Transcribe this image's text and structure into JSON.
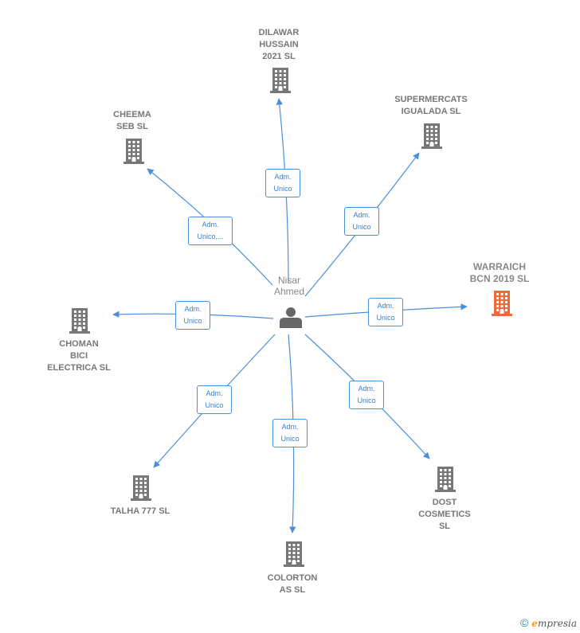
{
  "center": {
    "name": "Nisar\nAhmed",
    "icon": "person-icon"
  },
  "colors": {
    "edge": "#4a90d9",
    "building": "#777777",
    "building_highlight": "#ef6a3a"
  },
  "companies": [
    {
      "id": "dilawar",
      "label": "DILAWAR\nHUSSAIN\n2021  SL",
      "icon": "building-icon",
      "highlight": false
    },
    {
      "id": "supermercats",
      "label": "SUPERMERCATS\nIGUALADA  SL",
      "icon": "building-icon",
      "highlight": false
    },
    {
      "id": "cheema",
      "label": "CHEEMA\nSEB  SL",
      "icon": "building-icon",
      "highlight": false
    },
    {
      "id": "warraich",
      "label": "WARRAICH\nBCN 2019  SL",
      "icon": "building-icon",
      "highlight": true
    },
    {
      "id": "choman",
      "label": "CHOMAN\nBICI\nELECTRICA  SL",
      "icon": "building-icon",
      "highlight": false
    },
    {
      "id": "talha",
      "label": "TALHA 777  SL",
      "icon": "building-icon",
      "highlight": false
    },
    {
      "id": "dost",
      "label": "DOST\nCOSMETICS\nSL",
      "icon": "building-icon",
      "highlight": false
    },
    {
      "id": "colorton",
      "label": "COLORTON\nAS  SL",
      "icon": "building-icon",
      "highlight": false
    }
  ],
  "edges": [
    {
      "to": "dilawar",
      "role": "Adm.\nUnico"
    },
    {
      "to": "supermercats",
      "role": "Adm.\nUnico"
    },
    {
      "to": "cheema",
      "role": "Adm.\nUnico,..."
    },
    {
      "to": "warraich",
      "role": "Adm.\nUnico"
    },
    {
      "to": "choman",
      "role": "Adm.\nUnico"
    },
    {
      "to": "talha",
      "role": "Adm.\nUnico"
    },
    {
      "to": "dost",
      "role": "Adm.\nUnico"
    },
    {
      "to": "colorton",
      "role": "Adm.\nUnico"
    }
  ],
  "footer": {
    "copyright": "©",
    "brand_initial": "e",
    "brand_rest": "mpresia"
  }
}
